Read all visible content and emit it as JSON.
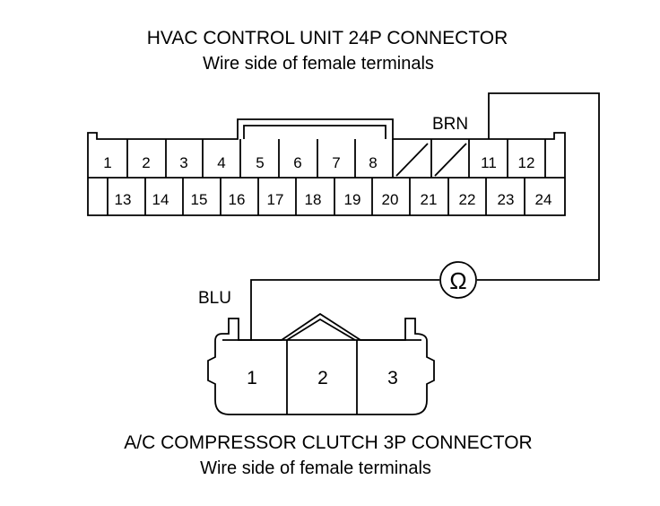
{
  "top_connector": {
    "title": "HVAC CONTROL UNIT 24P CONNECTOR",
    "subtitle": "Wire side of female terminals",
    "row1_pins": [
      "1",
      "2",
      "3",
      "4",
      "5",
      "6",
      "7",
      "8",
      "",
      "",
      "11",
      "12"
    ],
    "row2_pins": [
      "13",
      "14",
      "15",
      "16",
      "17",
      "18",
      "19",
      "20",
      "21",
      "22",
      "23",
      "24"
    ]
  },
  "bottom_connector": {
    "title": "A/C COMPRESSOR CLUTCH 3P CONNECTOR",
    "subtitle": "Wire side of female terminals",
    "pins": [
      "1",
      "2",
      "3"
    ]
  },
  "wires": {
    "top_wire_color": "BRN",
    "bottom_wire_color": "BLU"
  },
  "meter": {
    "symbol": "Ω"
  }
}
